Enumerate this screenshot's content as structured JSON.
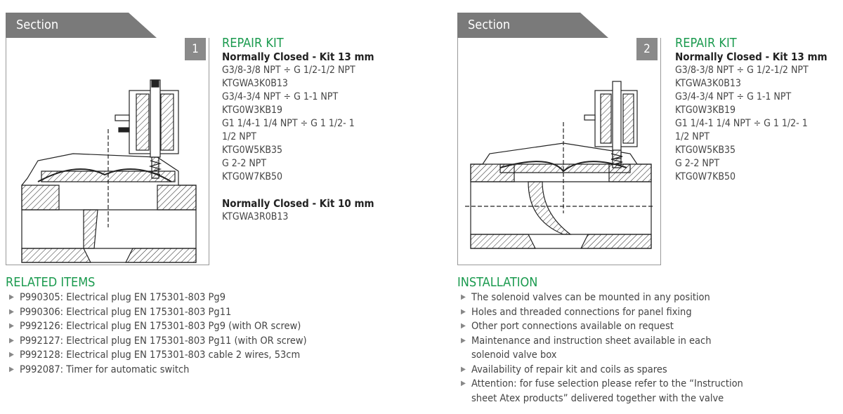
{
  "sections": [
    {
      "tab_label": "Section",
      "number": "1",
      "kit": {
        "title": "REPAIR KIT",
        "groups": [
          {
            "heading": "Normally Closed - Kit 13 mm",
            "lines": [
              "G3/8-3/8 NPT ÷ G 1/2-1/2 NPT",
              "KTGWA3K0B13",
              "G3/4-3/4 NPT ÷ G 1-1 NPT",
              "KTG0W3KB19",
              "G1 1/4-1 1/4 NPT ÷ G 1 1/2- 1",
              "1/2 NPT",
              "KTG0W5KB35",
              "G 2-2 NPT",
              "KTG0W7KB50"
            ]
          },
          {
            "heading": "Normally Closed - Kit 10 mm",
            "lines": [
              "KTGWA3R0B13"
            ]
          }
        ]
      }
    },
    {
      "tab_label": "Section",
      "number": "2",
      "kit": {
        "title": "REPAIR KIT",
        "groups": [
          {
            "heading": "Normally Closed - Kit 13 mm",
            "lines": [
              "G3/8-3/8 NPT ÷ G 1/2-1/2 NPT",
              "KTGWA3K0B13",
              "G3/4-3/4 NPT ÷ G 1-1 NPT",
              "KTG0W3KB19",
              "G1 1/4-1 1/4 NPT ÷ G 1 1/2- 1",
              "1/2 NPT",
              "KTG0W5KB35",
              "G 2-2 NPT",
              "KTG0W7KB50"
            ]
          }
        ]
      }
    }
  ],
  "related_items": {
    "title": "RELATED ITEMS",
    "items": [
      "P990305: Electrical plug EN 175301-803 Pg9",
      "P990306: Electrical plug EN 175301-803 Pg11",
      "P992126: Electrical plug EN 175301-803 Pg9 (with OR screw)",
      "P992127: Electrical plug EN 175301-803 Pg11 (with OR screw)",
      "P992128: Electrical plug EN 175301-803 cable 2 wires, 53cm",
      "P992087: Timer for automatic switch"
    ]
  },
  "installation": {
    "title": "INSTALLATION",
    "items": [
      [
        "The solenoid valves can be mounted in any position"
      ],
      [
        "Holes and threaded connections for panel fixing"
      ],
      [
        "Other port connections available on request"
      ],
      [
        "Maintenance and instruction sheet available in each",
        "solenoid valve box"
      ],
      [
        "Availability of repair kit and coils as spares"
      ],
      [
        "Attention: for fuse selection please refer to the “Instruction",
        "sheet Atex products” delivered together with the valve"
      ]
    ]
  },
  "colors": {
    "accent_green": "#1a9a4e",
    "tab_gray": "#7a7a7a",
    "number_gray": "#8a8a8a"
  },
  "icons": {
    "bullet": "▶"
  }
}
